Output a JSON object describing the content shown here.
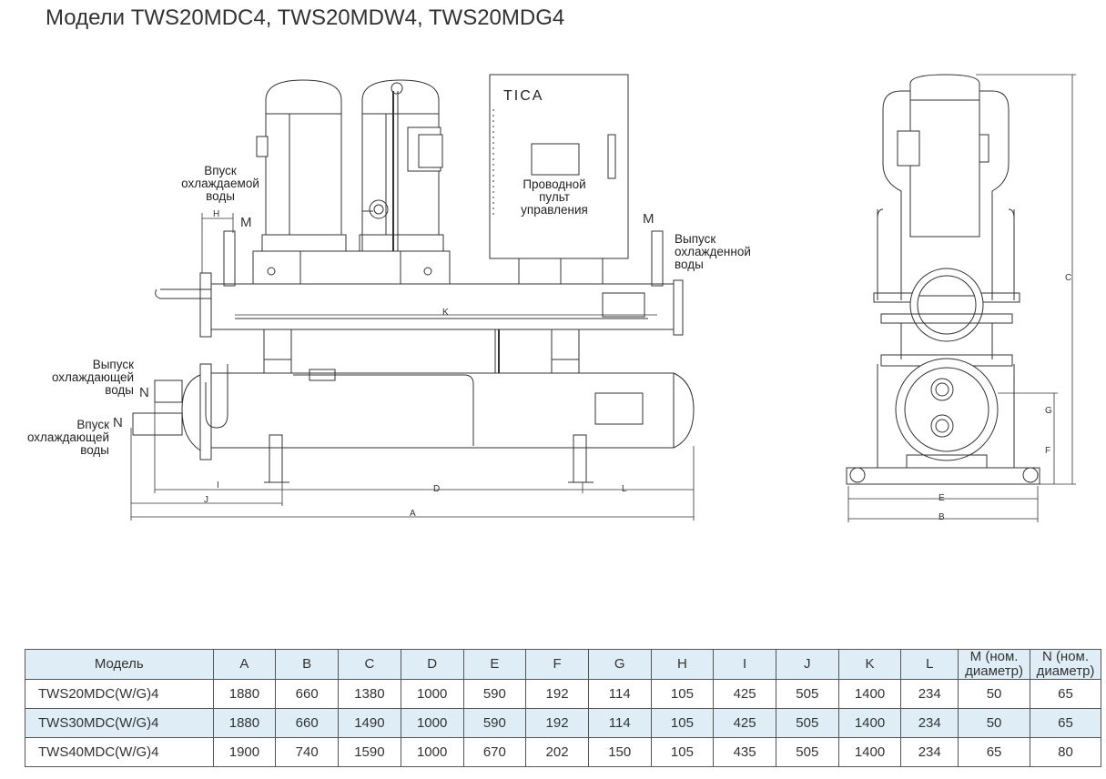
{
  "title": "Модели TWS20MDC4, TWS20MDW4, TWS20MDG4",
  "labels": {
    "chilled_in": [
      "Впуск",
      "охлаждаемой",
      "воды"
    ],
    "chilled_out": [
      "Выпуск",
      "охлажденной",
      "воды"
    ],
    "cooling_out": [
      "Выпуск",
      "охлаждающей",
      "воды"
    ],
    "cooling_in": [
      "Впуск",
      "охлаждающей",
      "воды"
    ],
    "panel": [
      "Проводной",
      "пульт",
      "управления"
    ],
    "brand": "TICA"
  },
  "dims": {
    "A": "A",
    "B": "B",
    "C": "C",
    "D": "D",
    "E": "E",
    "F": "F",
    "G": "G",
    "H": "H",
    "I": "I",
    "J": "J",
    "K": "K",
    "L": "L",
    "M": "M",
    "N": "N"
  },
  "table": {
    "headers": [
      "Модель",
      "A",
      "B",
      "C",
      "D",
      "E",
      "F",
      "G",
      "H",
      "I",
      "J",
      "K",
      "L",
      "M (ном. диаметр)",
      "N (ном. диаметр)"
    ],
    "rows": [
      [
        "TWS20MDC(W/G)4",
        "1880",
        "660",
        "1380",
        "1000",
        "590",
        "192",
        "114",
        "105",
        "425",
        "505",
        "1400",
        "234",
        "50",
        "65"
      ],
      [
        "TWS30MDC(W/G)4",
        "1880",
        "660",
        "1490",
        "1000",
        "590",
        "192",
        "114",
        "105",
        "425",
        "505",
        "1400",
        "234",
        "50",
        "65"
      ],
      [
        "TWS40MDC(W/G)4",
        "1900",
        "740",
        "1590",
        "1000",
        "670",
        "202",
        "150",
        "105",
        "435",
        "505",
        "1400",
        "234",
        "65",
        "80"
      ]
    ]
  },
  "colors": {
    "line": "#333333",
    "table_header_bg": "#dfeef6",
    "table_alt_bg": "#dfeef6"
  }
}
